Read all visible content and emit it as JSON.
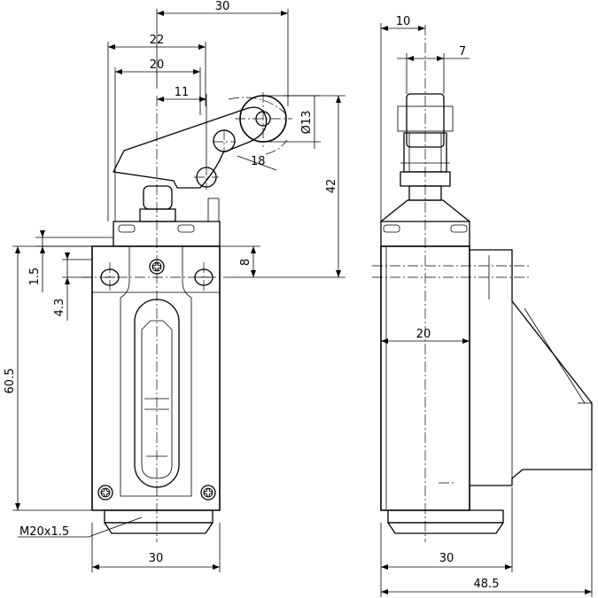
{
  "drawing": {
    "dimensions_front": {
      "d30_top": "30",
      "d22": "22",
      "d20_top": "20",
      "d11": "11",
      "d13": "Ø13",
      "d18": "18",
      "d42": "42",
      "d8": "8",
      "d1_5": "1.5",
      "d4_3": "4.3",
      "d60_5": "60.5",
      "thread": "M20x1.5",
      "d30_bottom": "30"
    },
    "dimensions_side": {
      "d10": "10",
      "d7": "7",
      "d20": "20",
      "d30": "30",
      "d48_5": "48.5"
    }
  }
}
